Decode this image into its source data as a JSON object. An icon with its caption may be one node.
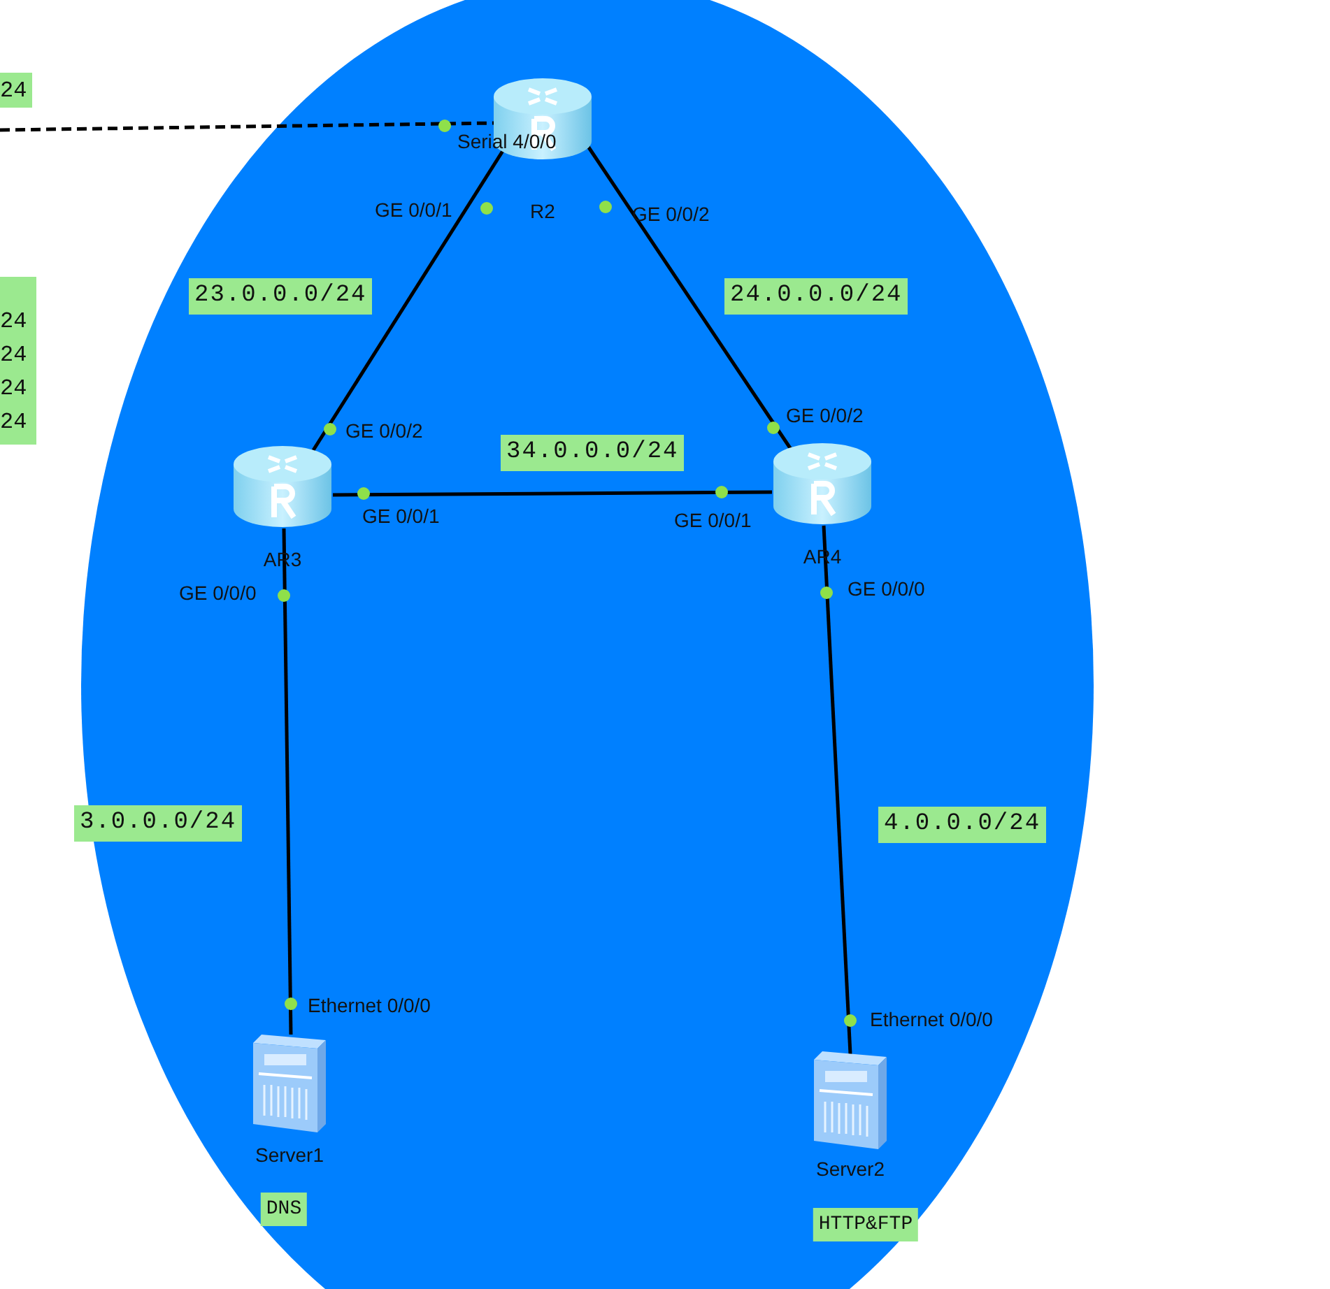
{
  "diagram": {
    "nodes": [
      {
        "text": [
          "R2"
        ]
      },
      {
        "text": [
          "AR3"
        ]
      },
      {
        "text": [
          "AR4"
        ]
      },
      {
        "text": [
          "Server1"
        ],
        "beside": [
          "DNS"
        ]
      },
      {
        "text": [
          "Server2"
        ],
        "beside": [
          "HTTP&FTP"
        ]
      }
    ],
    "edges": [
      {
        "from": null,
        "to": 0,
        "arrow": "none",
        "style": "dashed"
      },
      {
        "from": 0,
        "to": 1,
        "arrow": "none",
        "label": "23.0.0.0/24"
      },
      {
        "from": 0,
        "to": 2,
        "arrow": "none",
        "label": "24.0.0.0/24"
      },
      {
        "from": 1,
        "to": 2,
        "arrow": "none",
        "label": "34.0.0.0/24"
      },
      {
        "from": 1,
        "to": 3,
        "arrow": "none",
        "label": "3.0.0.0/24"
      },
      {
        "from": 2,
        "to": 4,
        "arrow": "none",
        "label": "4.0.0.0/24"
      }
    ],
    "labels": [
      "24",
      "Serial 4/0/0",
      "GE 0/0/1",
      "GE 0/0/2",
      "24",
      "24",
      "24",
      "24",
      "GE 0/0/2",
      "GE 0/0/2",
      "GE 0/0/1",
      "GE 0/0/1",
      "GE 0/0/0",
      "GE 0/0/0",
      "Ethernet 0/0/0",
      "Ethernet 0/0/0"
    ]
  }
}
